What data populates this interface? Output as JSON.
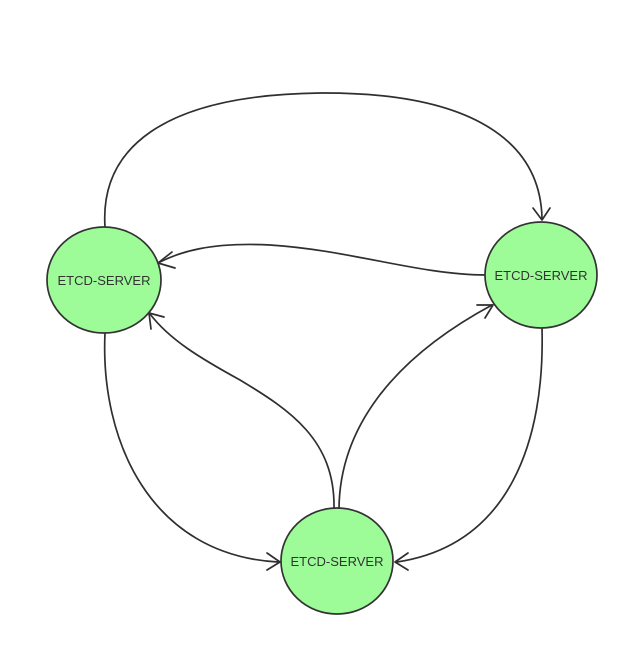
{
  "diagram": {
    "colors": {
      "node_fill": "#9dfc98",
      "node_stroke": "#333333",
      "edge_stroke": "#2f2f2f",
      "background": "#ffffff"
    },
    "nodes": [
      {
        "id": "left",
        "label": "ETCD-SERVER"
      },
      {
        "id": "right",
        "label": "ETCD-SERVER"
      },
      {
        "id": "bottom",
        "label": "ETCD-SERVER"
      }
    ],
    "edges": [
      {
        "from": "left",
        "to": "right"
      },
      {
        "from": "right",
        "to": "left"
      },
      {
        "from": "left",
        "to": "bottom"
      },
      {
        "from": "right",
        "to": "bottom"
      },
      {
        "from": "bottom",
        "to": "left"
      },
      {
        "from": "bottom",
        "to": "right"
      }
    ]
  }
}
